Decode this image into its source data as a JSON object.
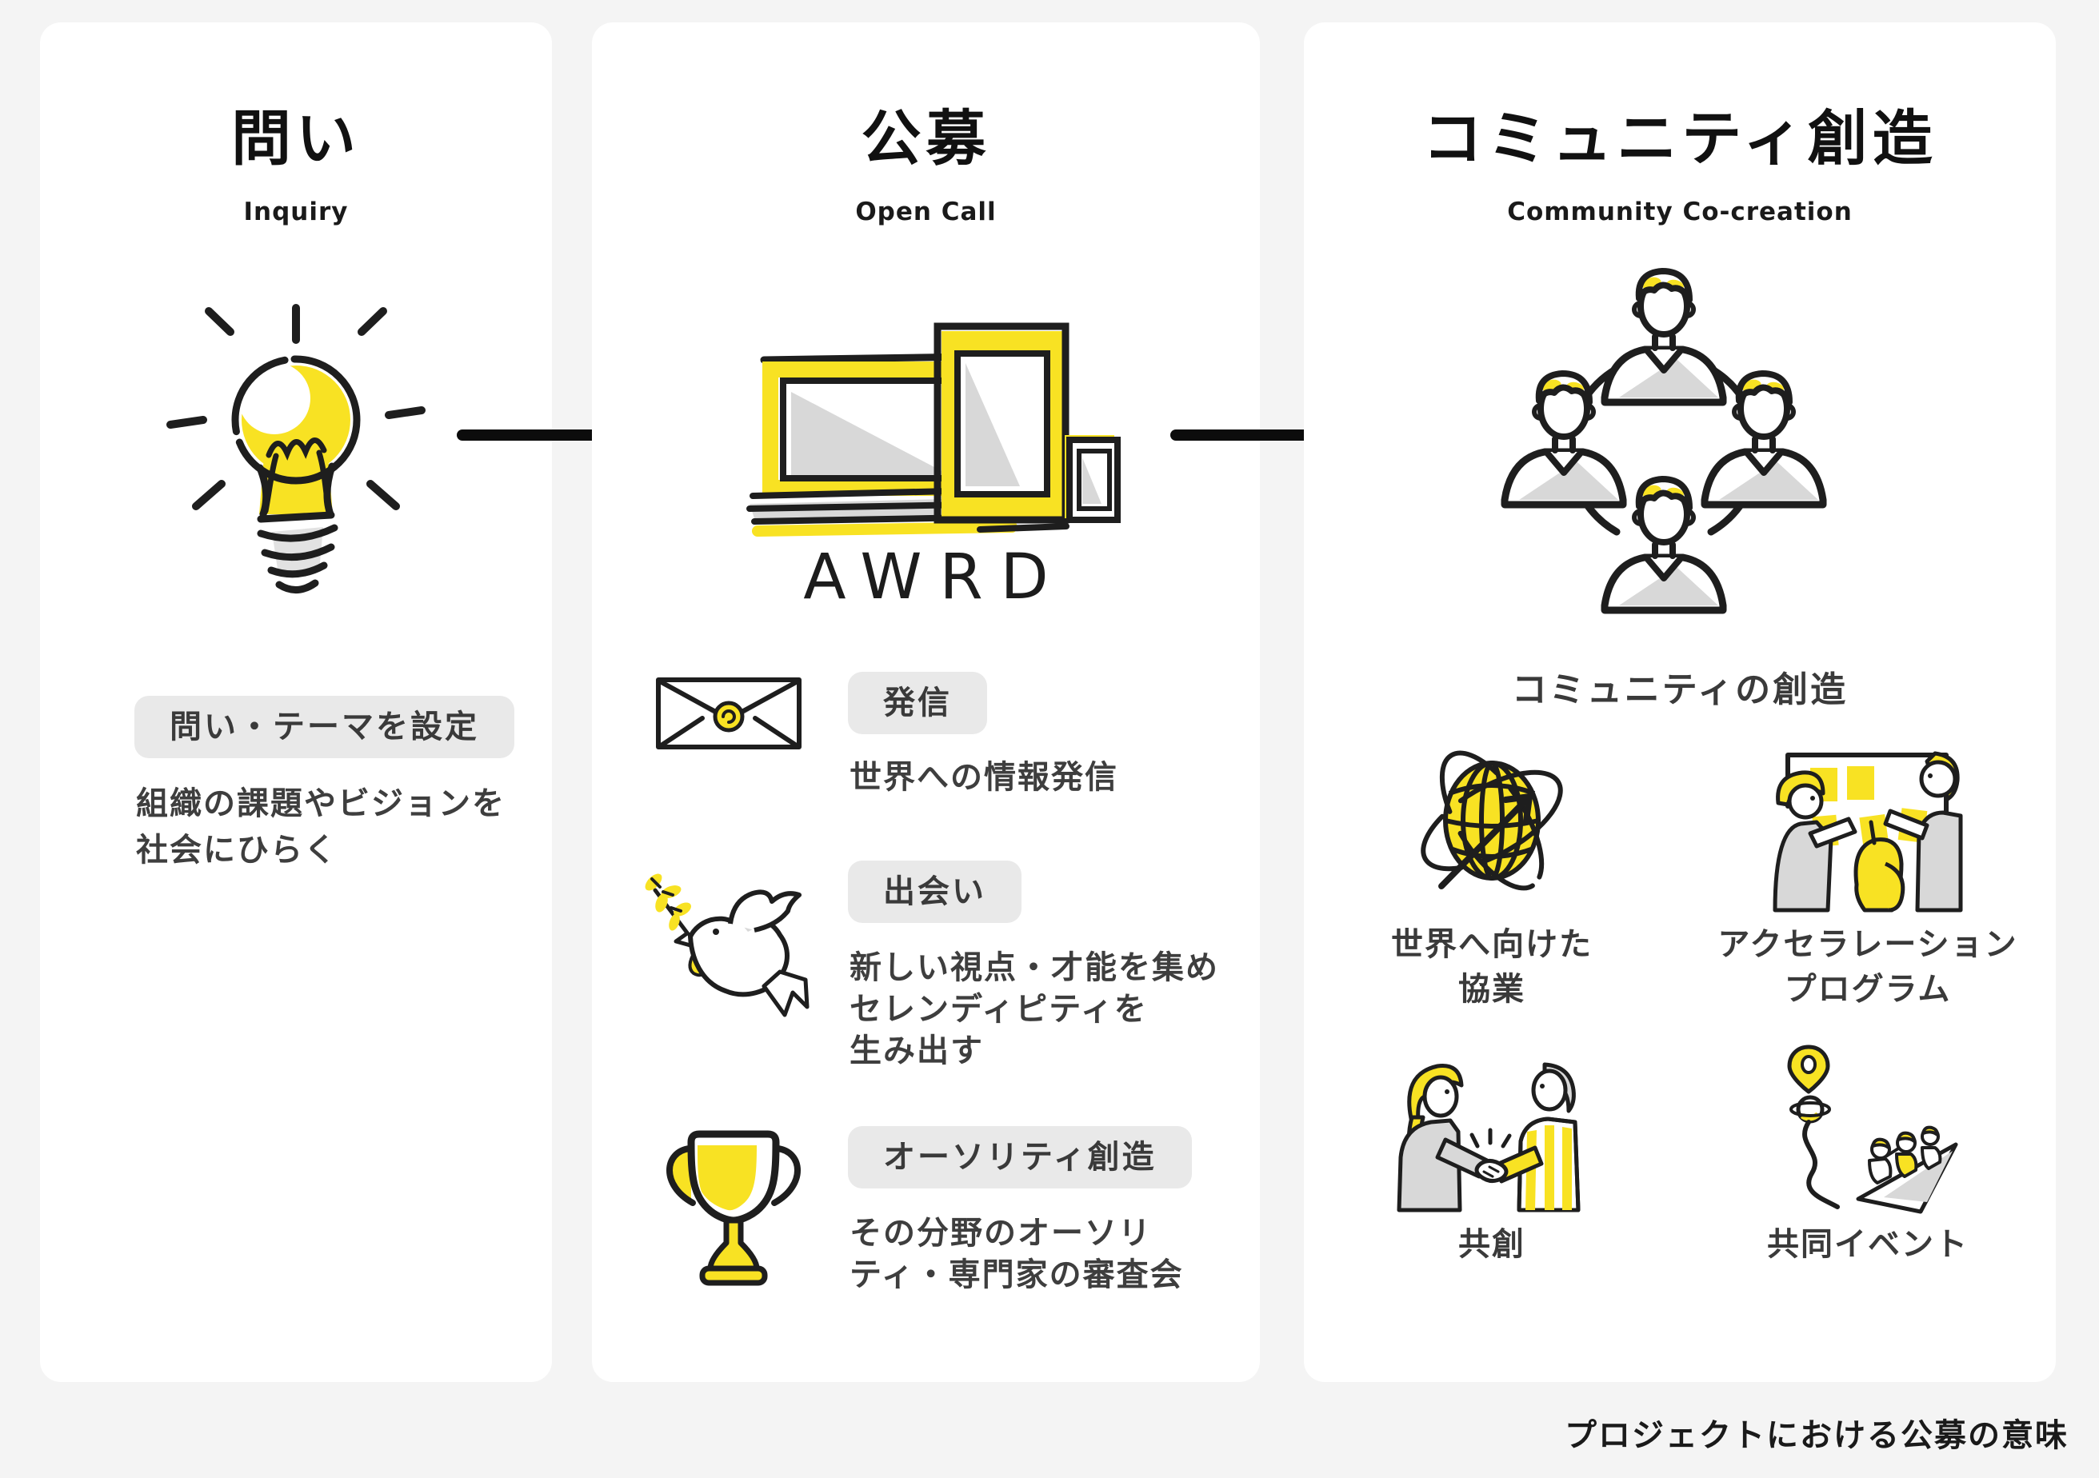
{
  "page": {
    "footer": "プロジェクトにおける公募の意味",
    "colors": {
      "background": "#f4f4f4",
      "card": "#ffffff",
      "badge_bg": "#e9e9e9",
      "text": "#3a3a3a",
      "accent_yellow": "#f8e223",
      "illustration_gray": "#d8d8d8",
      "stroke_black": "#1e1e1e"
    }
  },
  "flow_arrows": [
    "arrow-inquiry-to-opencall",
    "arrow-opencall-to-community"
  ],
  "columns": [
    {
      "id": "inquiry",
      "title": "問い",
      "subtitle": "Inquiry",
      "illustration": "lightbulb-icon",
      "items": [
        {
          "badge": "問い・テーマを設定",
          "description": "組織の課題やビジョンを\n社会にひらく"
        }
      ]
    },
    {
      "id": "open-call",
      "title": "公募",
      "subtitle": "Open Call",
      "illustration": "devices-icon",
      "logo": "AWRD",
      "items": [
        {
          "icon": "envelope-icon",
          "badge": "発信",
          "description": "世界への情報発信"
        },
        {
          "icon": "dove-icon",
          "badge": "出会い",
          "description": "新しい視点・才能を集め\nセレンディピティを\n生み出す"
        },
        {
          "icon": "trophy-icon",
          "badge": "オーソリティ創造",
          "description": "その分野のオーソリ\nティ・専門家の審査会"
        }
      ]
    },
    {
      "id": "community",
      "title": "コミュニティ創造",
      "subtitle": "Community Co-creation",
      "illustration": "people-circle-icon",
      "caption": "コミュニティの創造",
      "items": [
        {
          "icon": "globe-icon",
          "label": "世界へ向けた\n協業"
        },
        {
          "icon": "sticky-notes-icon",
          "label": "アクセラレーション\nプログラム"
        },
        {
          "icon": "handshake-icon",
          "label": "共創"
        },
        {
          "icon": "arrow-riders-icon",
          "label": "共同イベント"
        }
      ]
    }
  ]
}
